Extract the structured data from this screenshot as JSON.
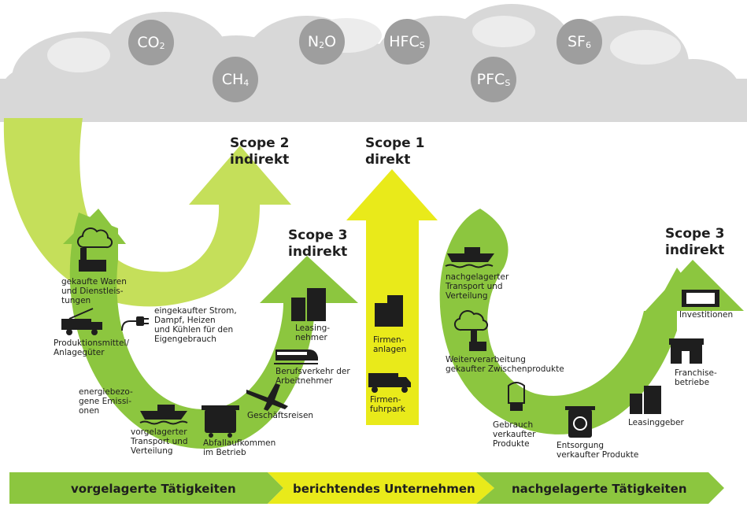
{
  "gases": [
    {
      "base": "CO",
      "sub": "2"
    },
    {
      "base": "CH",
      "sub": "4"
    },
    {
      "base": "N",
      "sub": "2",
      "tail": "O"
    },
    {
      "base": "HFC",
      "sub": "S"
    },
    {
      "base": "PFC",
      "sub": "S"
    },
    {
      "base": "SF",
      "sub": "6"
    }
  ],
  "scopes": {
    "scope2": "Scope 2\nindirekt",
    "scope1": "Scope 1\ndirekt",
    "scope3_left": "Scope 3\nindirekt",
    "scope3_right": "Scope 3\nindirekt"
  },
  "labels": {
    "gekaufte_waren": "gekaufte Waren\nund Dienstleis-\ntungen",
    "strom": "eingekaufter Strom,\nDampf, Heizen\nund Kühlen für den\nEigengebrauch",
    "produktionsmittel": "Produktionsmittel/\nAnlagegüter",
    "energie": "energiebezo-\ngene Emissi-\nonen",
    "vorgelagerter_transport": "vorgelagerter\nTransport und\nVerteilung",
    "abfall": "Abfallaufkommen\nim Betrieb",
    "geschaeftsreisen": "Geschäftsreisen",
    "berufsverkehr": "Berufsverkehr der\nArbeitnehmer",
    "leasingnehmer": "Leasing-\nnehmer",
    "firmenanlagen": "Firmen-\nanlagen",
    "firmenfuhrpark": "Firmen-\nfuhrpark",
    "nachgelagerter_transport": "nachgelagerter\nTransport und\nVerteilung",
    "weiterverarbeitung": "Weiterverarbeitung\ngekaufter Zwischenprodukte",
    "gebrauch": "Gebrauch\nverkaufter\nProdukte",
    "entsorgung": "Entsorgung\nverkaufter Produkte",
    "leasinggeber": "Leasinggeber",
    "franchise": "Franchise-\nbetriebe",
    "investitionen": "Investitionen"
  },
  "bottom_bar": {
    "upstream": "vorgelagerte Tätigkeiten",
    "company": "berichtendes Unternehmen",
    "downstream": "nachgelagerte Tätigkeiten"
  },
  "colors": {
    "green": "#8cc63f",
    "light_green": "#c5df5a",
    "yellow": "#e9ea1a",
    "cloud": "#d7d7d7",
    "bubble": "#9e9e9e"
  }
}
